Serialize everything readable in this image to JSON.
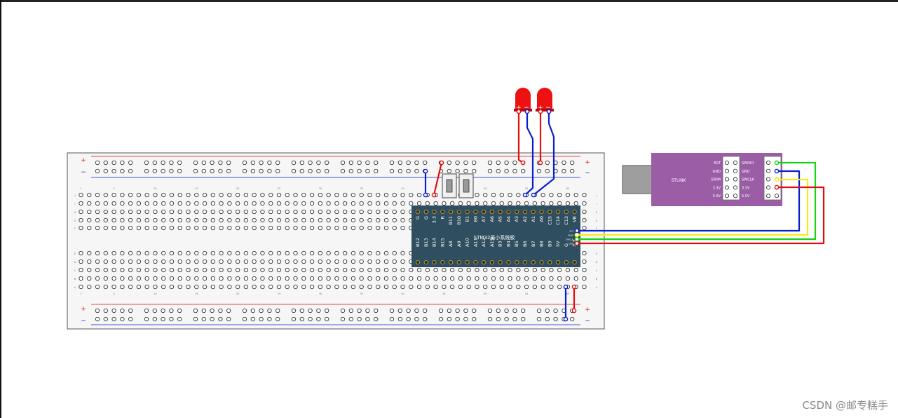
{
  "breadboard": {
    "plus_sign": "+",
    "minus_sign": "−",
    "column_numbers": [
      "1",
      "5",
      "10",
      "15",
      "20",
      "25",
      "30",
      "35",
      "40",
      "45",
      "50",
      "55",
      "60"
    ],
    "upper_row_letters": [
      "J",
      "I",
      "H",
      "G",
      "F"
    ],
    "lower_row_letters": [
      "E",
      "D",
      "C",
      "B",
      "A"
    ]
  },
  "mcu": {
    "title": "STM32最小系统板",
    "top_pins": [
      "G",
      "G",
      "3.3",
      "R",
      "B11",
      "B10",
      "B1",
      "B0",
      "A7",
      "A6",
      "A5",
      "A4",
      "A3",
      "A2",
      "A1",
      "A0",
      "C15",
      "C14",
      "C13",
      "VB"
    ],
    "bottom_pins": [
      "B12",
      "B13",
      "B14",
      "B15",
      "A8",
      "A9",
      "A10",
      "A11",
      "A12",
      "A15",
      "B3",
      "B4",
      "B5",
      "B6",
      "B7",
      "B8",
      "B9",
      "5V",
      "G",
      "3.3"
    ],
    "side_pins": [
      "3V3",
      "SWIO",
      "SWCLK",
      "GND"
    ],
    "color": "#2f4f60"
  },
  "stlink": {
    "name": "STLINK",
    "left_labels": [
      "RST",
      "GND",
      "SWIM",
      "3.3V",
      "5.0V"
    ],
    "right_labels": [
      "SWDIO",
      "GND",
      "SWCLK",
      "3.3V",
      "5.0V"
    ],
    "color": "#9b5ea6"
  },
  "leds": {
    "plus_label": "+",
    "minus_label": "−",
    "color": "#ee1111"
  },
  "wire_colors": {
    "red": "#e01010",
    "blue": "#0a1fd0",
    "green": "#18d418",
    "yellow": "#f0f010"
  },
  "watermark": "CSDN @邮专糕手"
}
